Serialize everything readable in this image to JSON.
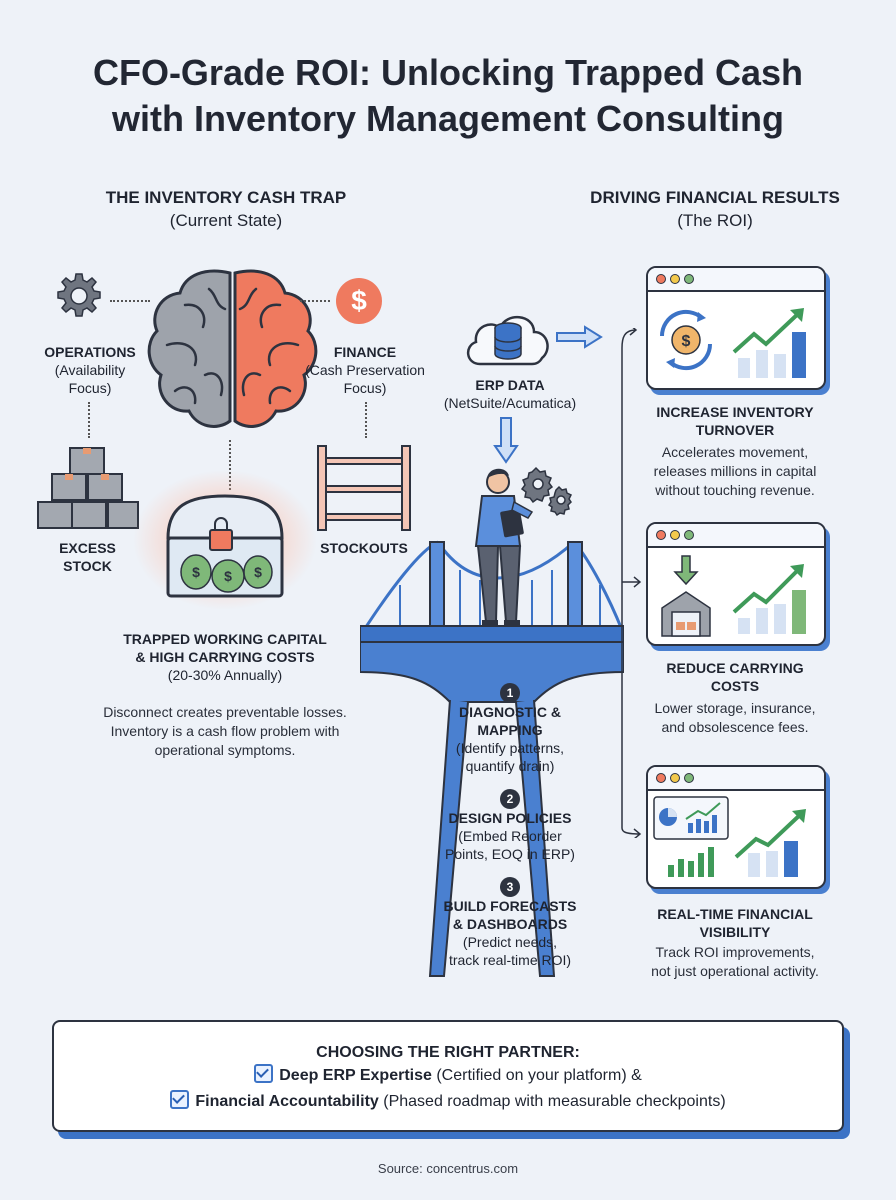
{
  "title": {
    "line1": "CFO-Grade ROI: Unlocking Trapped Cash",
    "line2": "with Inventory Management Consulting"
  },
  "left": {
    "heading": "THE INVENTORY CASH TRAP",
    "subheading": "(Current State)",
    "operations": {
      "title": "OPERATIONS",
      "desc1": "(Availability",
      "desc2": "Focus)"
    },
    "finance": {
      "title": "FINANCE",
      "desc1": "(Cash Preservation",
      "desc2": "Focus)"
    },
    "excess": {
      "line1": "EXCESS",
      "line2": "STOCK"
    },
    "stockouts": "STOCKOUTS",
    "trapped": {
      "line1": "TRAPPED WORKING CAPITAL",
      "line2": "& HIGH CARRYING COSTS",
      "line3": "(20-30% Annually)"
    },
    "summary": {
      "line1": "Disconnect creates preventable losses.",
      "line2": "Inventory is a cash flow problem with",
      "line3": "operational symptoms."
    }
  },
  "center": {
    "erp": {
      "title": "ERP DATA",
      "desc": "(NetSuite/Acumatica)"
    },
    "steps": [
      {
        "num": "1",
        "title1": "DIAGNOSTIC &",
        "title2": "MAPPING",
        "desc1": "(Identify patterns,",
        "desc2": "quantify drain)"
      },
      {
        "num": "2",
        "title1": "DESIGN POLICIES",
        "title2": "",
        "desc1": "(Embed Reorder",
        "desc2": "Points, EOQ in ERP)"
      },
      {
        "num": "3",
        "title1": "BUILD FORECASTS",
        "title2": "& DASHBOARDS",
        "desc1": "(Predict needs,",
        "desc2": "track real-time ROI)"
      }
    ]
  },
  "right": {
    "heading": "DRIVING FINANCIAL RESULTS",
    "subheading": "(The ROI)",
    "results": [
      {
        "title1": "INCREASE INVENTORY",
        "title2": "TURNOVER",
        "desc1": "Accelerates movement,",
        "desc2": "releases millions in capital",
        "desc3": "without touching revenue."
      },
      {
        "title1": "REDUCE CARRYING",
        "title2": "COSTS",
        "desc1": "Lower storage, insurance,",
        "desc2": "and obsolescence fees.",
        "desc3": ""
      },
      {
        "title1": "REAL-TIME FINANCIAL",
        "title2": "VISIBILITY",
        "desc1": "Track ROI improvements,",
        "desc2": "not just operational activity.",
        "desc3": ""
      }
    ]
  },
  "partner": {
    "heading": "CHOOSING THE RIGHT PARTNER:",
    "item1_bold": "Deep ERP Expertise",
    "item1_rest": " (Certified on your platform) &",
    "item2_bold": "Financial Accountability",
    "item2_rest": " (Phased roadmap with measurable checkpoints)"
  },
  "source": "Source: concentrus.com",
  "colors": {
    "accent": "#3c73c6",
    "finance": "#ef7a5f",
    "growth": "#3f9a59",
    "dark": "#2d3340"
  }
}
